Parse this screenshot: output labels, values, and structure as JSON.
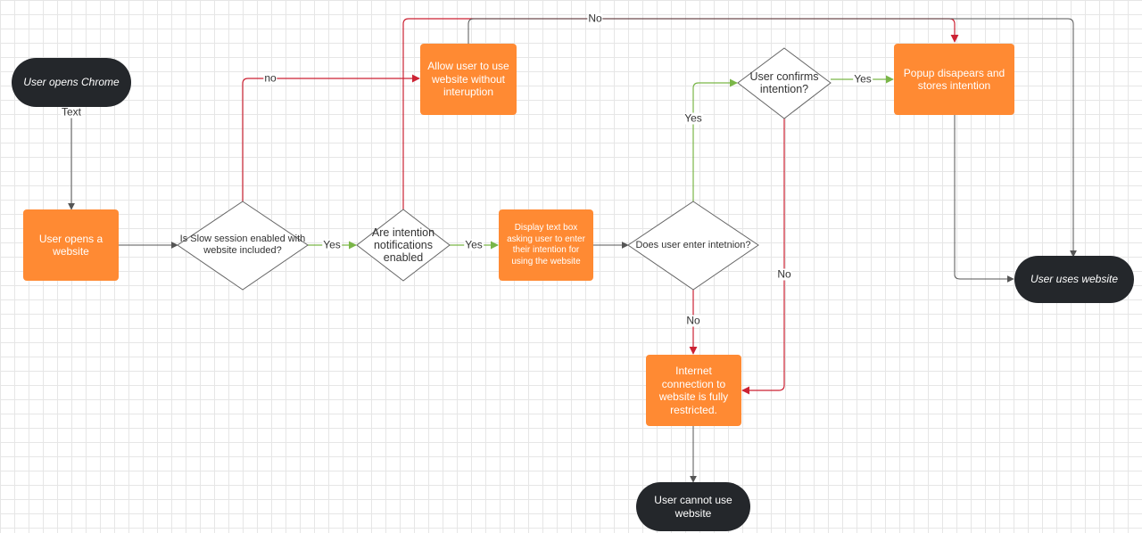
{
  "colors": {
    "process_fill": "#ff8a33",
    "terminal_fill": "#24272b",
    "edge_default": "#555555",
    "edge_yes": "#7ab648",
    "edge_no": "#cc2233"
  },
  "nodes": {
    "start": "User opens Chrome",
    "opens_website": "User opens a website",
    "slow_session_check": "Is Slow session enabled with website included?",
    "intention_notifications_check": "Are intention notifications enabled",
    "allow_use": "Allow user to use website without interuption",
    "display_text_box": "Display text box asking user to enter their intention for using the website",
    "enter_intention_check": "Does user enter intetnion?",
    "confirm_intention_check": "User confirms intention?",
    "popup_disappears": "Popup disapears and stores intention",
    "uses_website": "User uses website",
    "restricted": "Internet connection to website is fully restricted.",
    "cannot_use": "User cannot use website"
  },
  "edge_labels": {
    "start_to_open": "Text",
    "slow_no": "no",
    "slow_yes": "Yes",
    "notif_yes": "Yes",
    "notif_no": "No",
    "enter_yes": "Yes",
    "enter_no": "No",
    "confirm_yes": "Yes",
    "confirm_no": "No"
  }
}
